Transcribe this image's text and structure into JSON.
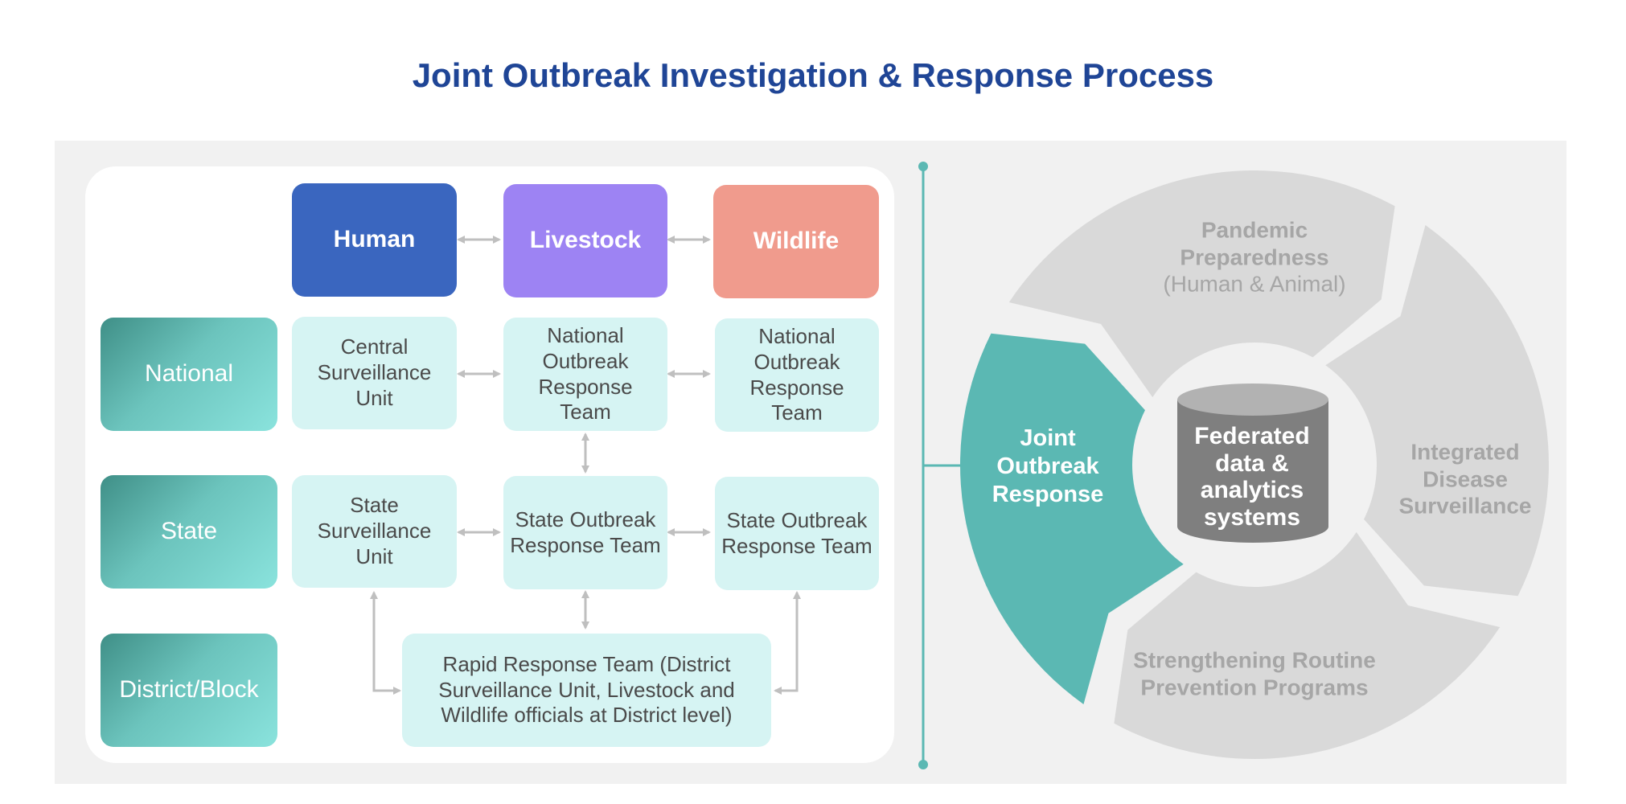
{
  "title": "Joint Outbreak Investigation & Response Process",
  "colors": {
    "title": "#1f4596",
    "human": "#3a66bf",
    "livestock": "#9d83f3",
    "wildlife": "#f09b8d",
    "cell": "#d6f4f3",
    "teal": "#5bb8b3",
    "segment_gray": "#d9d9d9",
    "segment_text": "#a6a6a6",
    "arrow": "#bfbfbf",
    "cylinder_body": "#7f7f7f",
    "cylinder_top": "#b2b2b2"
  },
  "sectors": [
    {
      "label": "Human",
      "color": "#3a66bf"
    },
    {
      "label": "Livestock",
      "color": "#9d83f3"
    },
    {
      "label": "Wildlife",
      "color": "#f09b8d"
    }
  ],
  "levels": [
    {
      "label": "National",
      "cells": [
        "Central Surveillance Unit",
        "National Outbreak Response Team",
        "National Outbreak Response Team"
      ]
    },
    {
      "label": "State",
      "cells": [
        "State Surveillance Unit",
        "State Outbreak Response Team",
        "State Outbreak Response Team"
      ]
    },
    {
      "label": "District/Block",
      "cells": [
        "Rapid Response Team (District Surveillance Unit, Livestock and Wildlife officials at District level)"
      ]
    }
  ],
  "wheel": {
    "center_label": "Federated data & analytics systems",
    "segments": [
      {
        "label": "Pandemic Preparedness",
        "sublabel": "(Human & Animal)",
        "active": false
      },
      {
        "label": "Integrated Disease Surveillance",
        "sublabel": "",
        "active": false
      },
      {
        "label": "Strengthening Routine Prevention Programs",
        "sublabel": "",
        "active": false
      },
      {
        "label": "Joint Outbreak Response",
        "sublabel": "",
        "active": true
      }
    ]
  }
}
